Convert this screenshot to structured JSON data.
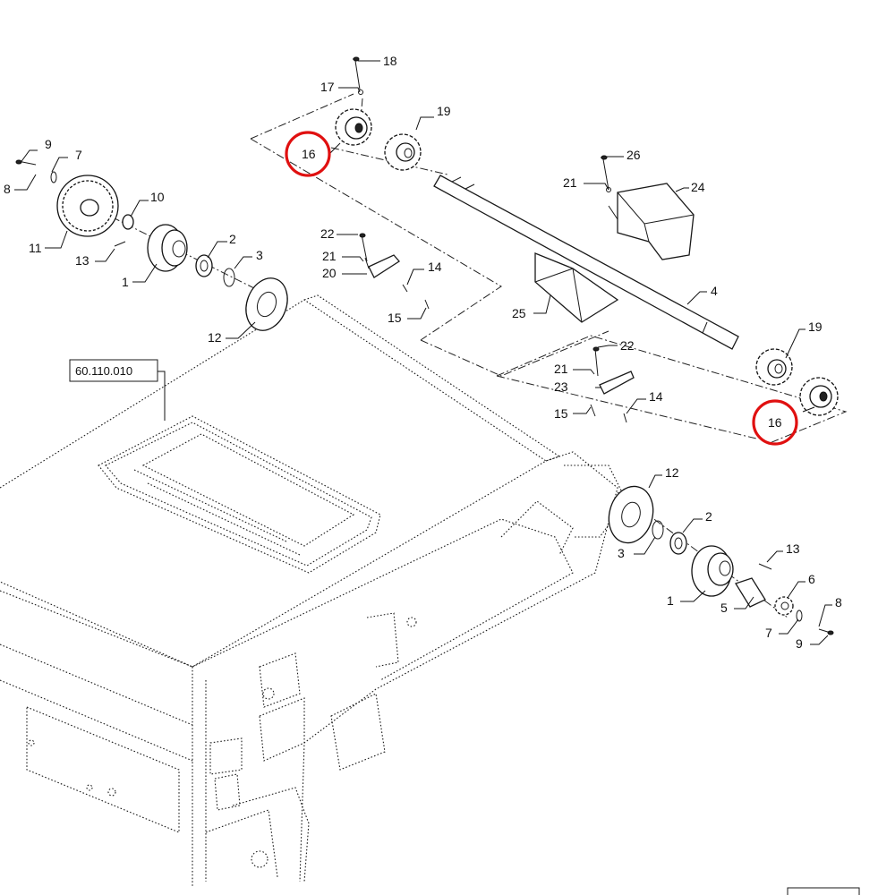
{
  "reference_label": "60.110.010",
  "highlight_color": "#e01010",
  "callouts": [
    {
      "id": "c18",
      "text": "18"
    },
    {
      "id": "c17",
      "text": "17"
    },
    {
      "id": "c19a",
      "text": "19"
    },
    {
      "id": "c16a",
      "text": "16",
      "highlighted": true
    },
    {
      "id": "c9a",
      "text": "9"
    },
    {
      "id": "c7a",
      "text": "7"
    },
    {
      "id": "c8a",
      "text": "8"
    },
    {
      "id": "c10",
      "text": "10"
    },
    {
      "id": "c11",
      "text": "11"
    },
    {
      "id": "c13a",
      "text": "13"
    },
    {
      "id": "c1a",
      "text": "1"
    },
    {
      "id": "c2a",
      "text": "2"
    },
    {
      "id": "c3a",
      "text": "3"
    },
    {
      "id": "c12a",
      "text": "12"
    },
    {
      "id": "c22a",
      "text": "22"
    },
    {
      "id": "c21a",
      "text": "21"
    },
    {
      "id": "c20",
      "text": "20"
    },
    {
      "id": "c14a",
      "text": "14"
    },
    {
      "id": "c15a",
      "text": "15"
    },
    {
      "id": "c26",
      "text": "26"
    },
    {
      "id": "c21b",
      "text": "21"
    },
    {
      "id": "c24",
      "text": "24"
    },
    {
      "id": "c4",
      "text": "4"
    },
    {
      "id": "c25",
      "text": "25"
    },
    {
      "id": "c19b",
      "text": "19"
    },
    {
      "id": "c22b",
      "text": "22"
    },
    {
      "id": "c21c",
      "text": "21"
    },
    {
      "id": "c23",
      "text": "23"
    },
    {
      "id": "c14b",
      "text": "14"
    },
    {
      "id": "c15b",
      "text": "15"
    },
    {
      "id": "c16b",
      "text": "16",
      "highlighted": true
    },
    {
      "id": "c12b",
      "text": "12"
    },
    {
      "id": "c2b",
      "text": "2"
    },
    {
      "id": "c3b",
      "text": "3"
    },
    {
      "id": "c13b",
      "text": "13"
    },
    {
      "id": "c6",
      "text": "6"
    },
    {
      "id": "c1b",
      "text": "1"
    },
    {
      "id": "c5",
      "text": "5"
    },
    {
      "id": "c8b",
      "text": "8"
    },
    {
      "id": "c7b",
      "text": "7"
    },
    {
      "id": "c9b",
      "text": "9"
    }
  ]
}
